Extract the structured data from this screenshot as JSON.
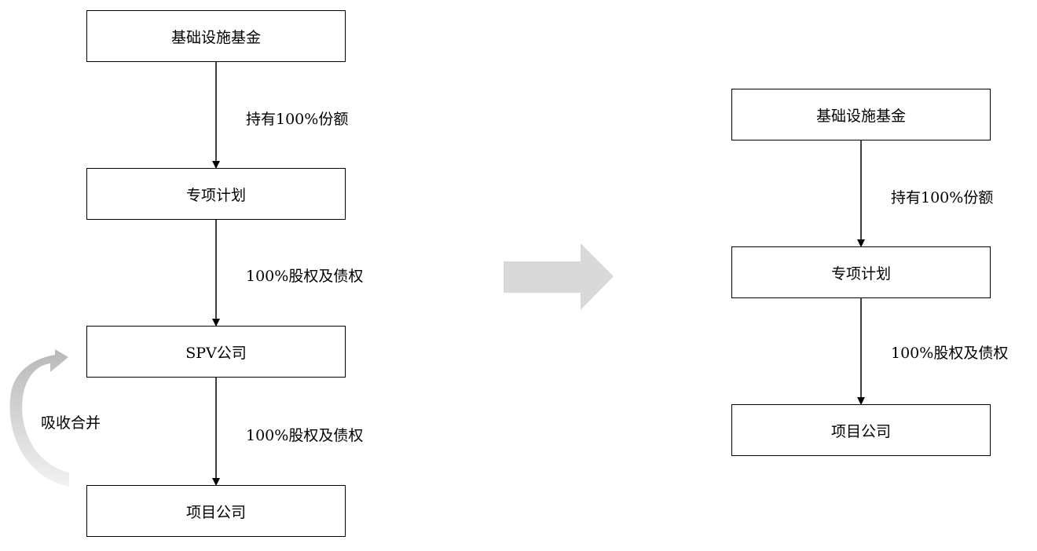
{
  "left_chart": {
    "box_fund": "基础设施基金",
    "edge_fund_plan": "持有100%份额",
    "box_plan": "专项计划",
    "edge_plan_spv": "100%股权及债权",
    "box_spv": "SPV公司",
    "edge_spv_project": "100%股权及债权",
    "box_project": "项目公司",
    "merge_label": "吸收合并"
  },
  "right_chart": {
    "box_fund": "基础设施基金",
    "edge_fund_plan": "持有100%份额",
    "box_plan": "专项计划",
    "edge_plan_project": "100%股权及债权",
    "box_project": "项目公司"
  },
  "colors": {
    "line": "#000000",
    "transition_arrow": "#d9d9d9",
    "merge_arrow": "#c8c8c8"
  }
}
